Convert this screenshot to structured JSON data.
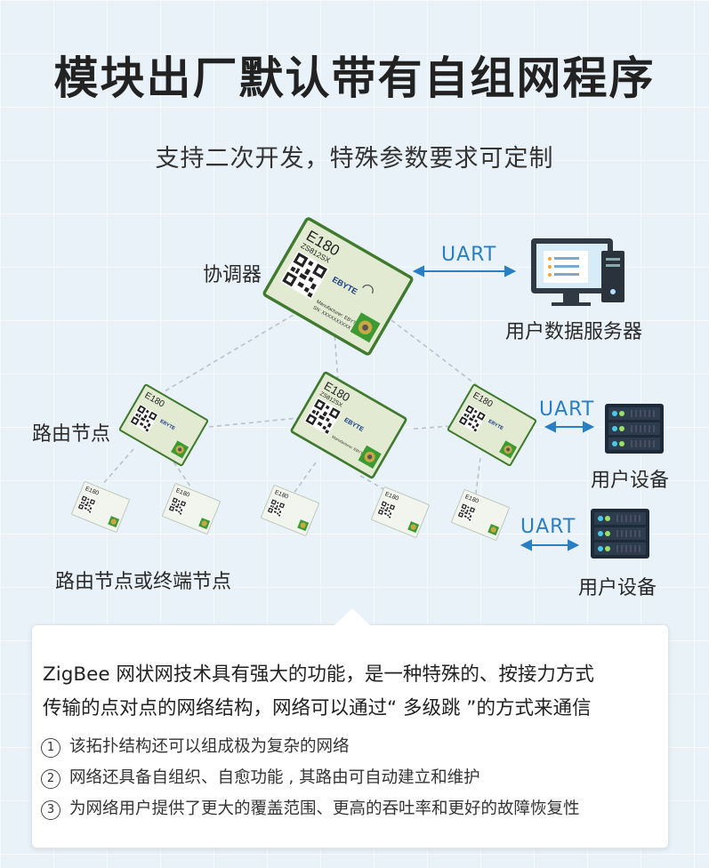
{
  "title": "模块出厂默认带有自组网程序",
  "subtitle": "支持二次开发，特殊参数要求可定制",
  "labels": {
    "coordinator": "协调器",
    "router": "路由节点",
    "router_or_end": "路由节点或终端节点",
    "server": "用户数据服务器",
    "device1": "用户设备",
    "device2": "用户设备",
    "uart1": "UART",
    "uart2": "UART",
    "uart3": "UART"
  },
  "module": {
    "model": "E180",
    "part": "ZS812SX",
    "brand": "EBYTE",
    "manufacturer": "Manufacturer: EBYTE",
    "sn": "SN: XXXXXXXXXX"
  },
  "panel": {
    "line1": "ZigBee 网状网技术具有强大的功能，是一种特殊的、按接力方式",
    "line2": "传输的点对点的网络结构，网络可以通过“ 多级跳 ”的方式来通信",
    "items": [
      {
        "num": "1",
        "text": "该拓扑结构还可以组成极为复杂的网络"
      },
      {
        "num": "2",
        "text": "网络还具备自组织、自愈功能 , 其路由可自动建立和维护"
      },
      {
        "num": "3",
        "text": "为网络用户提供了更大的覆盖范围、更高的吞吐率和更好的故障恢复性"
      }
    ]
  },
  "colors": {
    "pcb": "#e2ead2",
    "pcb_border": "#3f7a2e",
    "accent": "#2a7fc4",
    "background": "#e9f2f8"
  }
}
